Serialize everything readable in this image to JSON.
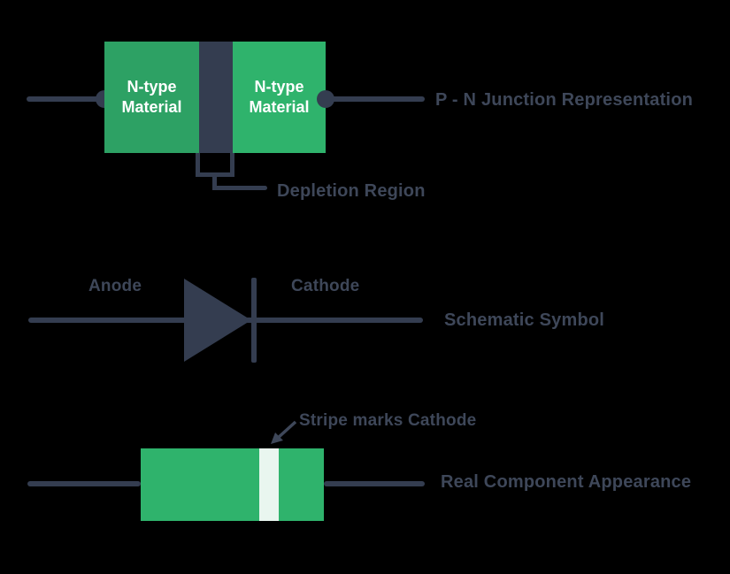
{
  "colors": {
    "background": "#000000",
    "navy_shape": "#343d50",
    "navy_text": "#3e4759",
    "green_left_block": "#2da164",
    "green_right_block": "#2fb36c",
    "component_green": "#2fb36c",
    "stripe": "#e9f6ef",
    "block_text": "#ffffff"
  },
  "pn_junction": {
    "title": "P - N Junction Representation",
    "left_block": {
      "lines": [
        "N-type",
        "Material"
      ]
    },
    "right_block": {
      "lines": [
        "N-type",
        "Material"
      ]
    },
    "depletion_label": "Depletion Region"
  },
  "schematic": {
    "title": "Schematic Symbol",
    "anode": "Anode",
    "cathode": "Cathode"
  },
  "component": {
    "title": "Real Component Appearance",
    "stripe_label": "Stripe marks Cathode"
  }
}
